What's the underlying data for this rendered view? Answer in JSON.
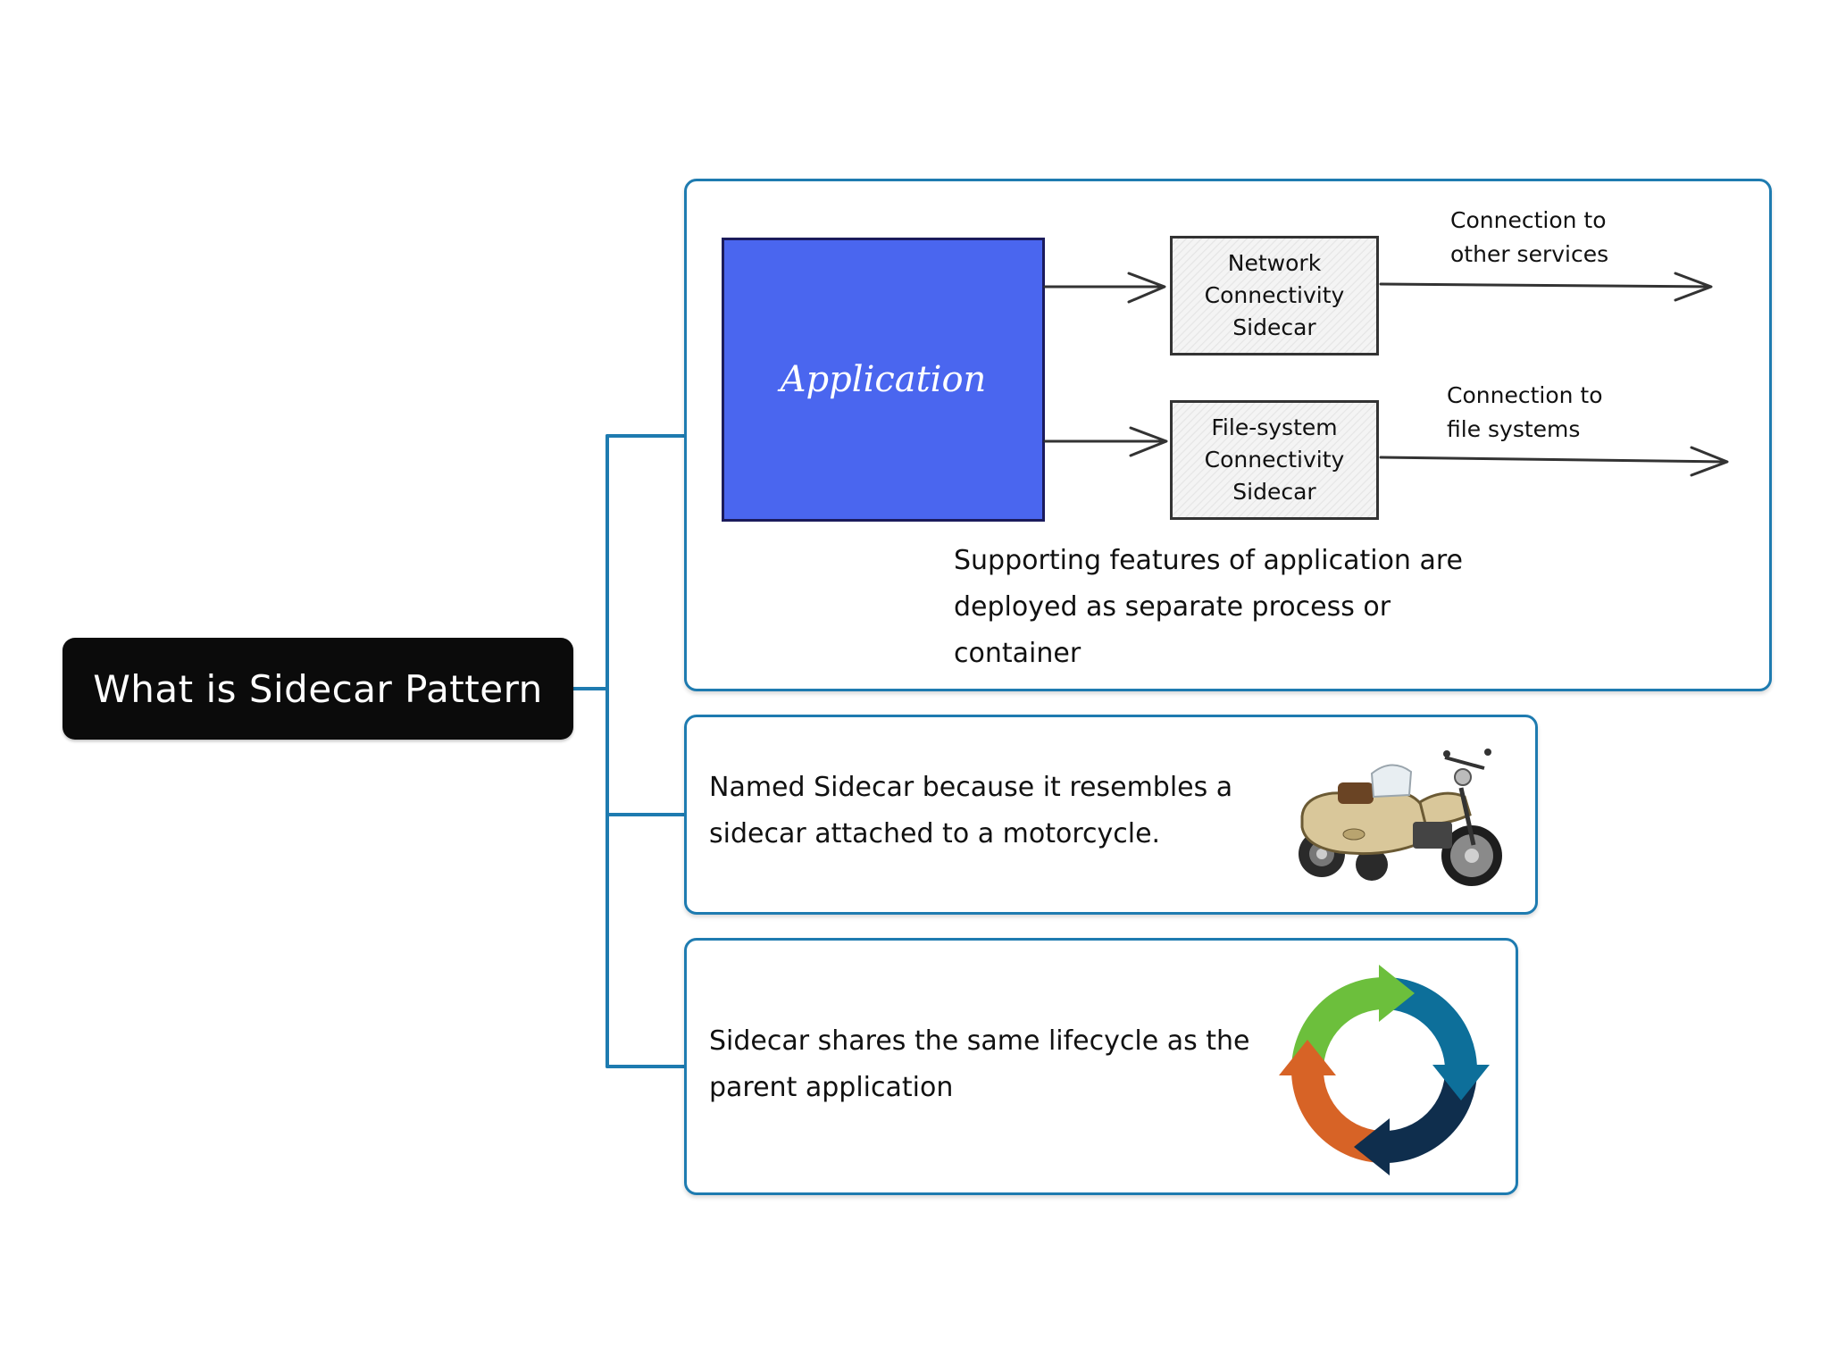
{
  "root": {
    "title": "What is Sidecar Pattern"
  },
  "card1": {
    "application_label": "Application",
    "network_sidecar": {
      "line1": "Network",
      "line2": "Connectivity",
      "line3": "Sidecar"
    },
    "fs_sidecar": {
      "line1": "File-system",
      "line2": "Connectivity",
      "line3": "Sidecar"
    },
    "connection_other": {
      "line1": "Connection to",
      "line2": "other services"
    },
    "connection_fs": {
      "line1": "Connection to",
      "line2": "file systems"
    },
    "supporting_text": "Supporting features of application are deployed as separate process or container"
  },
  "card2": {
    "text": "Named Sidecar because it resembles a sidecar attached to a motorcycle.",
    "icon": "motorcycle-sidecar-icon"
  },
  "card3": {
    "text": "Sidecar shares the same lifecycle as the parent application",
    "icon": "lifecycle-cycle-icon"
  },
  "colors": {
    "root_bg": "#0b0b0b",
    "card_border": "#1e7bb0",
    "application_fill": "#4a66ef",
    "cycle_green": "#6cbf3c",
    "cycle_blue": "#0d6f9a",
    "cycle_navy": "#0f2e4d",
    "cycle_orange": "#d76326"
  }
}
